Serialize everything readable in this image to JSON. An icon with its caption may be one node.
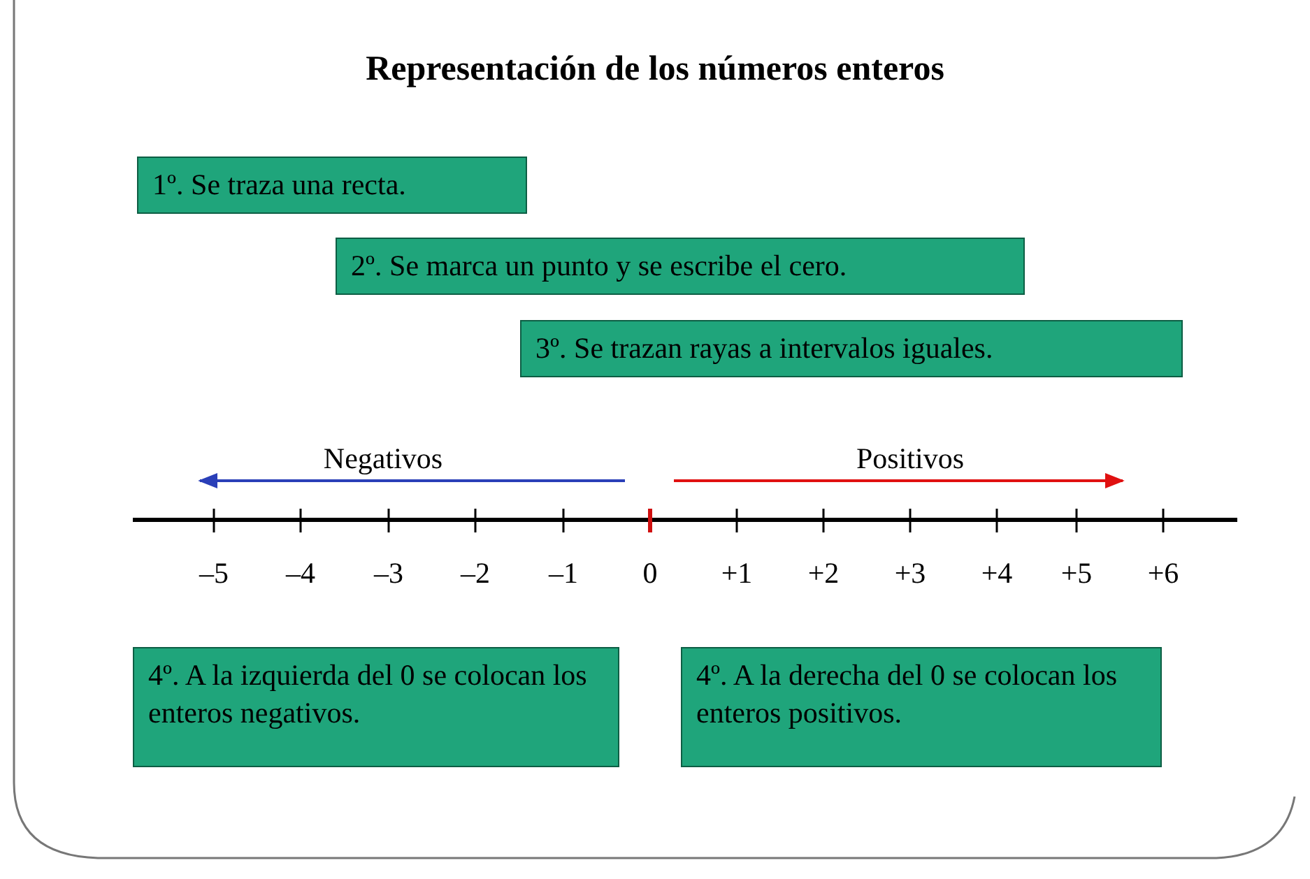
{
  "diagram": {
    "title": "Representación de los números enteros",
    "nodes": [
      {
        "text": [
          "1º. Se traza una recta."
        ]
      },
      {
        "text": [
          "2º. Se marca un punto y se escribe el cero."
        ]
      },
      {
        "text": [
          "3º. Se trazan rayas a intervalos iguales."
        ]
      },
      {
        "text": [
          "4º. A la izquierda del 0 se colocan los enteros negativos."
        ]
      },
      {
        "text": [
          "4º. A la derecha del 0 se colocan los enteros positivos."
        ]
      }
    ],
    "edges": [],
    "labels": [
      "Negativos",
      "Positivos",
      "–5",
      "–4",
      "–3",
      "–2",
      "–1",
      "0",
      "+1",
      "+2",
      "+3",
      "+4",
      "+5",
      "+6"
    ]
  }
}
